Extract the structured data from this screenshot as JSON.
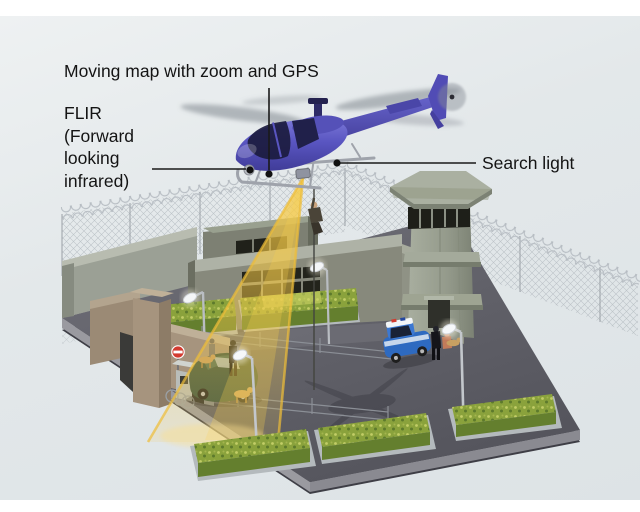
{
  "figure": {
    "subject": "Police helicopter with searchlight and rappelling officer over a prison compound",
    "background_canvas": "#e3e8ea",
    "frame": "#ffffff"
  },
  "labels": {
    "moving_map": {
      "text": "Moving map with zoom and GPS"
    },
    "flir": {
      "text": "FLIR (Forward looking infrared)"
    },
    "search_light": {
      "text": "Search light"
    }
  },
  "colors": {
    "helicopter_body": "#5955c1",
    "helicopter_dark": "#433f9e",
    "helicopter_light": "#7b78d8",
    "canopy_glass": "#1c1c40",
    "searchlight_beam": "#f7c93e",
    "ground_asphalt": "#60606a",
    "ground_slab_side": "#9a9aa0",
    "building_concrete": "#87897c",
    "tower_concrete": "#9aa092",
    "gate_wall_tan": "#a6947e",
    "hedge_green": "#8aa23c",
    "police_car_blue": "#2e6ac0",
    "patrol_car_green": "#35503f",
    "no_entry_sign_red": "#d23b30",
    "label_text": "#141414",
    "leader_line": "#1a1a1a"
  },
  "scene": {
    "objects": [
      "helicopter",
      "main-rotor",
      "tail-rotor",
      "searchlight-beam",
      "rappel-rope",
      "rappelling-officer",
      "flir-sensor",
      "searchlight-unit",
      "prison-building",
      "watchtower",
      "perimeter-wall",
      "chain-link-fence",
      "razor-wire",
      "entrance-gate",
      "no-entry-sign",
      "guard-booth",
      "patrol-car-green",
      "police-car-blue",
      "guards",
      "guard-dogs",
      "hedges",
      "street-lamps",
      "ground-platform",
      "helicopter-shadow"
    ]
  }
}
